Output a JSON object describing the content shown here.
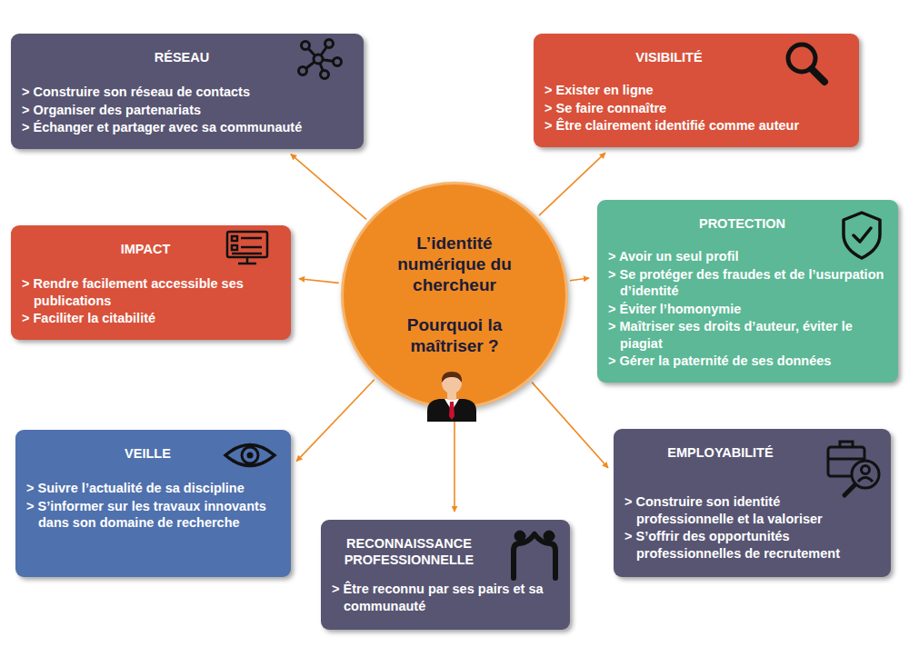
{
  "diagram": {
    "nodes": [
      {
        "text": [
          "RÉSEAU",
          "> Construire son réseau de contacts",
          "> Organiser des partenariats",
          "> Échanger et partager avec sa communauté"
        ]
      },
      {
        "text": [
          "VISIBILITÉ",
          "> Exister en ligne",
          "> Se faire connaître",
          "> Être clairement identifié comme auteur"
        ]
      },
      {
        "text": [
          "IMPACT",
          "> Rendre facilement accessible ses publications",
          "> Faciliter la citabilité"
        ]
      },
      {
        "text": [
          "L’identité numérique du chercheur",
          "Pourquoi la maîtriser ?"
        ]
      },
      {
        "text": [
          "PROTECTION",
          "> Avoir un seul profil",
          "> Se protéger des fraudes et de l’usurpation d’identité",
          "> Éviter l’homonymie",
          "> Maîtriser ses droits d’auteur, éviter le piagiat",
          "> Gérer la paternité de ses données"
        ]
      },
      {
        "text": [
          "VEILLE",
          "> Suivre l’actualité de sa discipline",
          "> S’informer sur les travaux innovants dans son domaine de recherche"
        ]
      },
      {
        "text": [
          "RECONNAISSANCE PROFESSIONNELLE",
          "> Être reconnu par ses pairs et sa communauté"
        ]
      },
      {
        "text": [
          "EMPLOYABILITÉ",
          "> Construire son identité professionnelle et la valoriser",
          "> S’offrir des opportunités professionnelles de recrutement"
        ]
      }
    ],
    "edges": [
      {
        "from": 3,
        "to": 0,
        "arrow": "to"
      },
      {
        "from": 3,
        "to": 1,
        "arrow": "to"
      },
      {
        "from": 3,
        "to": 2,
        "arrow": "to"
      },
      {
        "from": 3,
        "to": 4,
        "arrow": "to"
      },
      {
        "from": 3,
        "to": 5,
        "arrow": "to"
      },
      {
        "from": 3,
        "to": 6,
        "arrow": "to"
      },
      {
        "from": 3,
        "to": 7,
        "arrow": "to"
      }
    ]
  }
}
